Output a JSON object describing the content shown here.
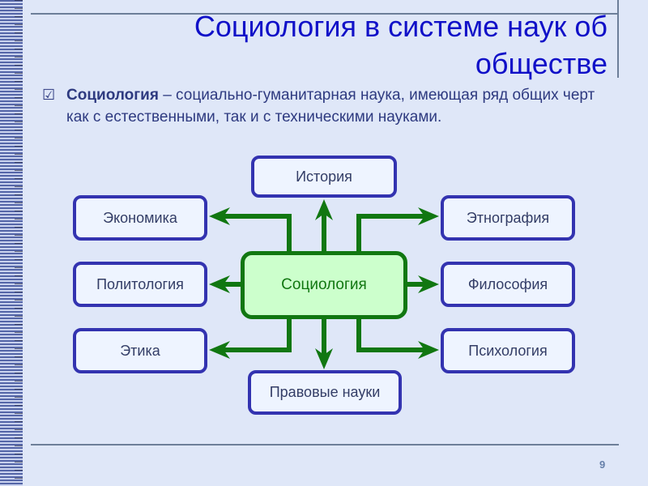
{
  "slide": {
    "title": "Социология в системе наук об обществе",
    "bullet_bold": "Социология",
    "bullet_rest": " – социально-гуманитарная наука, имеющая ряд общих черт как с естественными, так и с техническими науками.",
    "page_number": "9"
  },
  "diagram": {
    "center": "Социология",
    "top": "История",
    "bottom": "Правовые науки",
    "left": [
      "Экономика",
      "Политология",
      "Этика"
    ],
    "right": [
      "Этнография",
      "Философия",
      "Психология"
    ]
  },
  "colors": {
    "box_border": "#3333b0",
    "center_border": "#117711",
    "center_fill": "#ccffcc",
    "title": "#1010c8"
  }
}
